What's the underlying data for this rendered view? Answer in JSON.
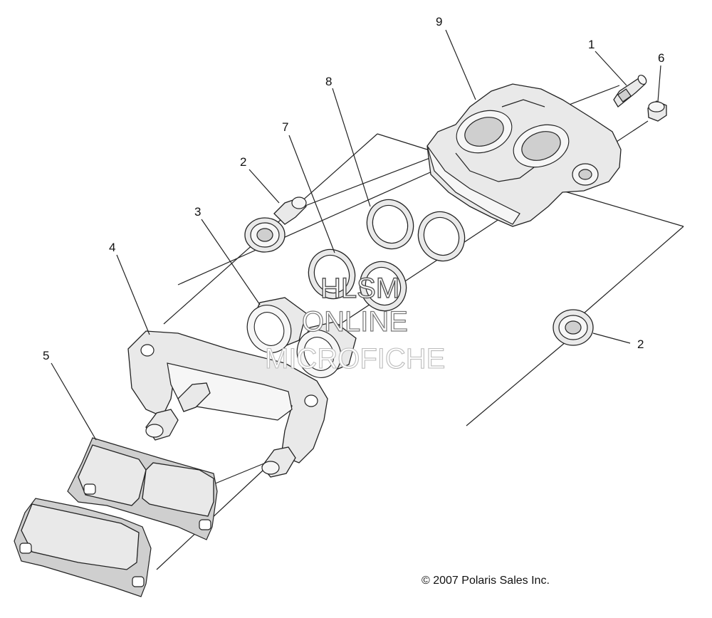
{
  "callouts": {
    "c1": "1",
    "c2a": "2",
    "c2b": "2",
    "c3": "3",
    "c4": "4",
    "c5": "5",
    "c6": "6",
    "c7": "7",
    "c8": "8",
    "c9": "9"
  },
  "watermark": {
    "line1": "HLSM",
    "line2": "ONLINE",
    "line3": "MICROFICHE"
  },
  "copyright": "© 2007 Polaris Sales Inc."
}
